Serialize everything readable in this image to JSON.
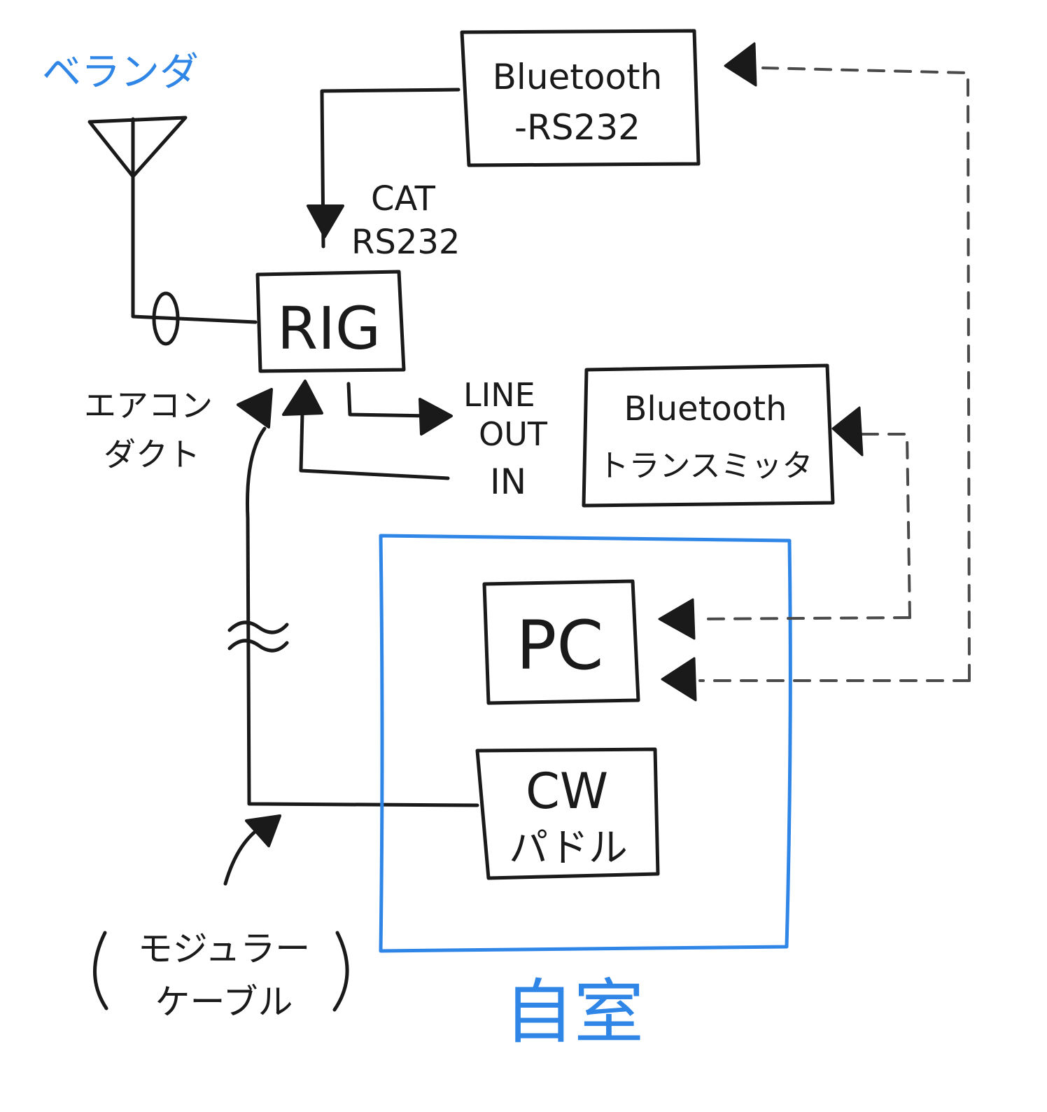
{
  "location_labels": {
    "veranda": "ベランダ",
    "own_room": "自室"
  },
  "nodes": {
    "bt_rs232": {
      "line1": "Bluetooth",
      "line2": "-RS232"
    },
    "rig": {
      "label": "RIG"
    },
    "bt_transmitter": {
      "line1": "Bluetooth",
      "line2": "トランスミッタ"
    },
    "pc": {
      "label": "PC"
    },
    "cw_paddle": {
      "line1": "CW",
      "line2": "パドル"
    }
  },
  "connection_labels": {
    "cat_line1": "CAT",
    "cat_line2": "RS232",
    "line_out_line1": "LINE",
    "line_out_line2": "OUT",
    "line_in": "IN",
    "duct_line1": "エアコン",
    "duct_line2": "ダクト",
    "modular_line1": "モジュラー",
    "modular_line2": "ケーブル"
  },
  "colors": {
    "ink": "#1a1a1a",
    "room_boundary": "#2f86e6",
    "wireless_link": "#4a4a4a"
  },
  "icons": [
    "antenna-icon",
    "ferrite-core-icon",
    "wire-break-icon"
  ]
}
